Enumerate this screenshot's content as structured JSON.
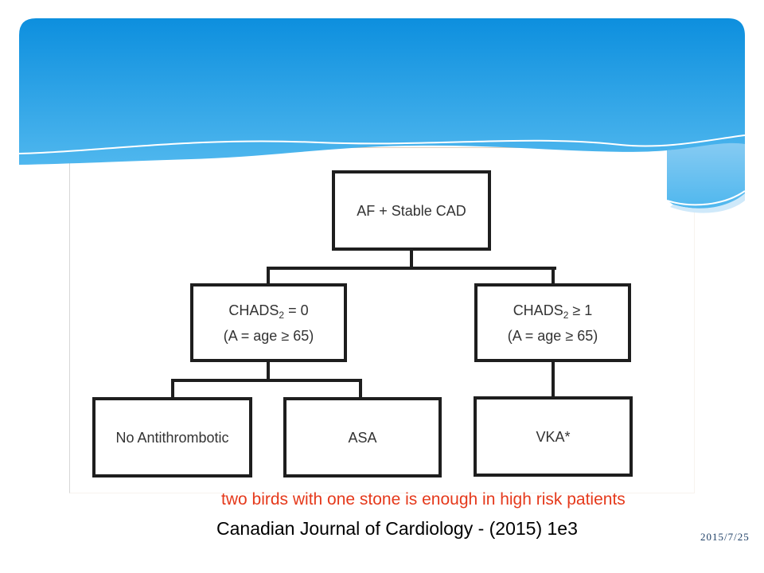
{
  "theme": {
    "banner-top": "#0d8fde",
    "banner-bottom": "#4fb7ee",
    "wave-light": "#8ccdf3",
    "wave-lighter": "#cfe9fa",
    "line-color": "#1e1e1e",
    "box-text": "#333333",
    "annotation-color": "#e5391b",
    "date-color": "#1e3f66",
    "content-border": "#e3d2c1"
  },
  "flowchart": {
    "root": {
      "label": "AF + Stable CAD"
    },
    "level2": [
      {
        "line1_pre": "CHADS",
        "line1_sub": "2",
        "line1_post": " = 0",
        "line2": "(A = age ≥ 65)"
      },
      {
        "line1_pre": "CHADS",
        "line1_sub": "2",
        "line1_post": " ≥ 1",
        "line2": "(A = age ≥ 65)"
      }
    ],
    "level3": [
      {
        "label": "No Antithrombotic"
      },
      {
        "label": "ASA"
      },
      {
        "label": "VKA*"
      }
    ]
  },
  "annotation": {
    "text": "two birds with one stone is enough in high risk patients"
  },
  "caption": {
    "text": "Canadian Journal of Cardiology - (2015) 1e3"
  },
  "footer": {
    "date": "2015/7/25"
  }
}
